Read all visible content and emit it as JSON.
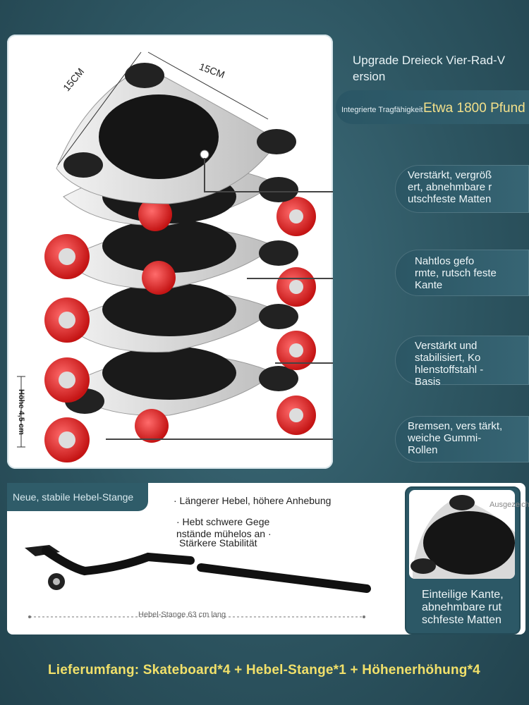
{
  "title": "Upgrade Dreieck Vier-Rad-V ersion",
  "capacity": {
    "label": "Integrierte Tragfähigkeit",
    "value": "Etwa 1800 Pfund"
  },
  "dimensions": {
    "side_a": "15CM",
    "side_b": "15CM",
    "height": "Höhe 4,5 cm"
  },
  "features": [
    {
      "text": "Verstärkt, vergröß ert, abnehmbare r utschfeste Matten"
    },
    {
      "text": "Nahtlos gefo rmte, rutsch feste Kante"
    },
    {
      "text": "Verstärkt und stabilisiert, Ko hlenstoffstahl -Basis"
    },
    {
      "text": "Bremsen, vers tärkt, weiche Gummi-Rollen"
    }
  ],
  "lever": {
    "tab_label": "Neue, stabile Hebel-Stange",
    "points": [
      "· Längerer Hebel, höhere Anhebung",
      "· Hebt schwere Gege nstände mühelos an ·",
      "Stärkere Stabilität"
    ],
    "dimension_note": "Hebel-Stange 63 cm lang"
  },
  "inset": {
    "label": "Ausgezeichnet",
    "text": "Einteilige Kante, abnehmbare rut schfeste Matten"
  },
  "footer": "Lieferumfang: Skateboard*4 + Hebel-Stange*1 + Höhenerhöhung*4",
  "colors": {
    "background": "#2d5561",
    "accent_yellow": "#f1e06a",
    "wheel_red": "#e02a2a"
  }
}
